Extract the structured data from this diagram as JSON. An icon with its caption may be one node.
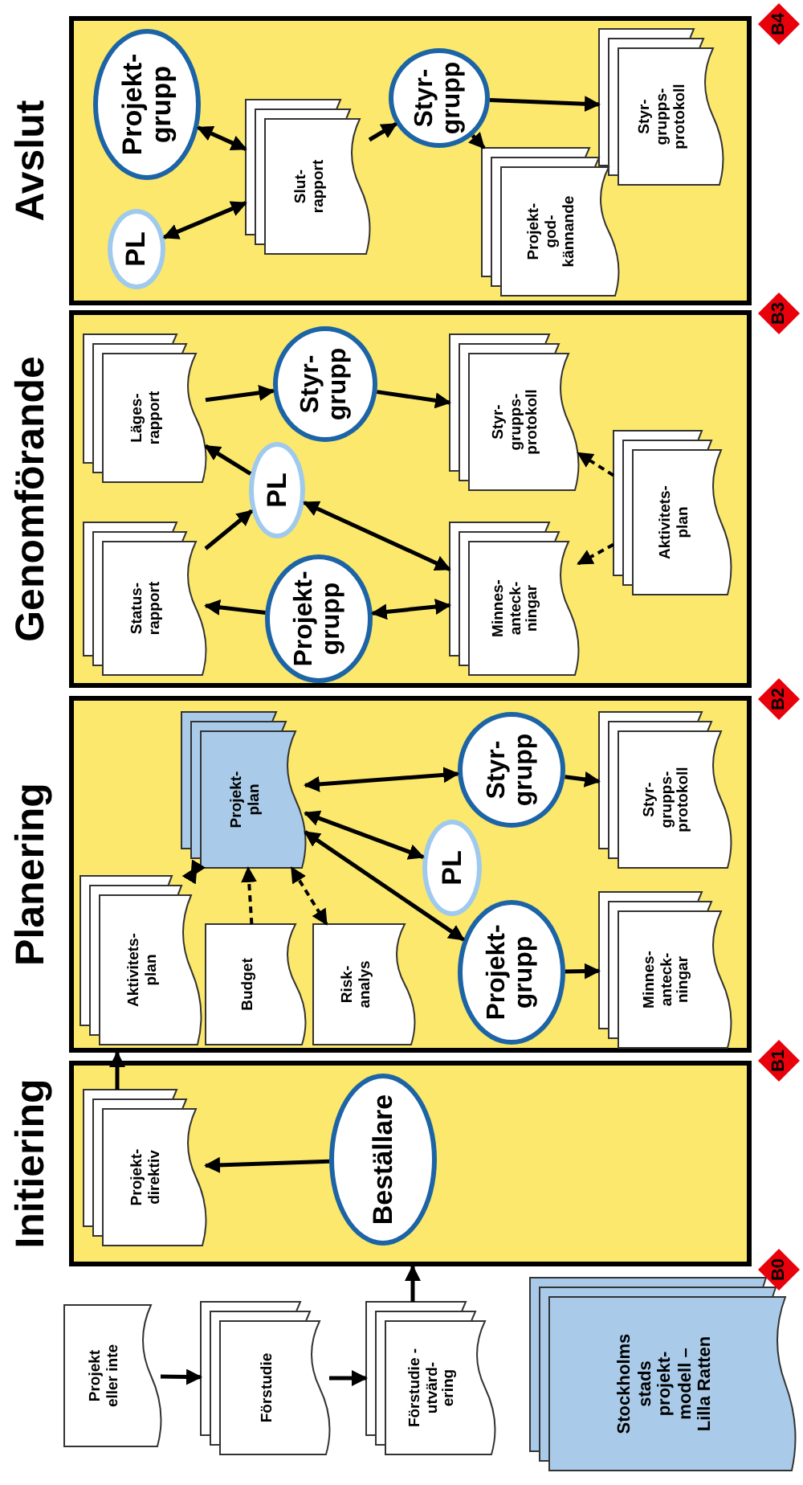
{
  "diagram": {
    "nodes": [
      {
        "text": [
          "Projekt eller inte"
        ]
      },
      {
        "text": [
          "Förstudie"
        ]
      },
      {
        "text": [
          "Förstudie -utvärd- ering"
        ]
      },
      {
        "text": [
          "Stockholms stads projekt- modell – Lilla Ratten"
        ]
      },
      {
        "text": [
          "Initiering"
        ]
      },
      {
        "text": [
          "Projekt- direktiv"
        ],
        "in": 4
      },
      {
        "text": [
          "Beställare"
        ],
        "in": 4
      },
      {
        "text": [
          "Planering"
        ]
      },
      {
        "text": [
          "Projekt- plan"
        ],
        "in": 7
      },
      {
        "text": [
          "Styr- grupp"
        ],
        "in": 7
      },
      {
        "text": [
          "Styr- grupps- protokoll"
        ],
        "in": 7
      },
      {
        "text": [
          "PL"
        ],
        "in": 7
      },
      {
        "text": [
          "Projekt- grupp"
        ],
        "in": 7
      },
      {
        "text": [
          "Minnes- anteck- ningar"
        ],
        "in": 7
      },
      {
        "text": [
          "Aktivitets- plan"
        ],
        "in": 7
      },
      {
        "text": [
          "Budget"
        ],
        "in": 7
      },
      {
        "text": [
          "Risk- analys"
        ],
        "in": 7
      },
      {
        "text": [
          "Genomförande"
        ]
      },
      {
        "text": [
          "Läges- rapport"
        ],
        "in": 17
      },
      {
        "text": [
          "Styr- grupp"
        ],
        "in": 17
      },
      {
        "text": [
          "Styr- grupps- protokoll"
        ],
        "in": 17
      },
      {
        "text": [
          "PL"
        ],
        "in": 17
      },
      {
        "text": [
          "Status- rapport"
        ],
        "in": 17
      },
      {
        "text": [
          "Projekt- grupp"
        ],
        "in": 17
      },
      {
        "text": [
          "Minnes- anteck- ningar"
        ],
        "in": 17
      },
      {
        "text": [
          "Aktivitets- plan"
        ],
        "in": 17
      },
      {
        "text": [
          "Avslut"
        ]
      },
      {
        "text": [
          "Projekt- grupp"
        ],
        "in": 26
      },
      {
        "text": [
          "PL"
        ],
        "in": 26
      },
      {
        "text": [
          "Slut- rapport"
        ],
        "in": 26
      },
      {
        "text": [
          "Styr- grupp"
        ],
        "in": 26
      },
      {
        "text": [
          "Styr- grupps- protokoll"
        ],
        "in": 26
      },
      {
        "text": [
          "Projekt- god- kännande"
        ],
        "in": 26
      },
      {
        "text": [
          "B0"
        ]
      },
      {
        "text": [
          "B1"
        ]
      },
      {
        "text": [
          "B2"
        ]
      },
      {
        "text": [
          "B3"
        ]
      },
      {
        "text": [
          "B4"
        ]
      }
    ],
    "edges": [
      {
        "from": 0,
        "to": 1,
        "arrow": "to"
      },
      {
        "from": 1,
        "to": 2,
        "arrow": "to"
      },
      {
        "from": 2,
        "to": 4,
        "arrow": "to"
      },
      {
        "from": 6,
        "to": 5,
        "arrow": "to"
      },
      {
        "from": 5,
        "to": 7,
        "arrow": "to"
      },
      {
        "from": 8,
        "to": 9,
        "arrow": "both"
      },
      {
        "from": 8,
        "to": 11,
        "arrow": "both"
      },
      {
        "from": 8,
        "to": 12,
        "arrow": "both"
      },
      {
        "from": 9,
        "to": 10,
        "arrow": "to"
      },
      {
        "from": 12,
        "to": 13,
        "arrow": "to"
      },
      {
        "from": 14,
        "to": 8,
        "arrow": "both",
        "style": "dashed"
      },
      {
        "from": 15,
        "to": 8,
        "arrow": "to",
        "style": "dashed"
      },
      {
        "from": 16,
        "to": 8,
        "arrow": "both",
        "style": "dashed"
      },
      {
        "from": 18,
        "to": 19,
        "arrow": "to"
      },
      {
        "from": 19,
        "to": 20,
        "arrow": "to"
      },
      {
        "from": 21,
        "to": 18,
        "arrow": "to"
      },
      {
        "from": 22,
        "to": 21,
        "arrow": "to"
      },
      {
        "from": 23,
        "to": 22,
        "arrow": "to"
      },
      {
        "from": 21,
        "to": 24,
        "arrow": "both"
      },
      {
        "from": 23,
        "to": 24,
        "arrow": "both"
      },
      {
        "from": 25,
        "to": 20,
        "arrow": "to",
        "style": "dashed"
      },
      {
        "from": 25,
        "to": 24,
        "arrow": "to",
        "style": "dashed"
      },
      {
        "from": 27,
        "to": 29,
        "arrow": "both"
      },
      {
        "from": 28,
        "to": 29,
        "arrow": "both"
      },
      {
        "from": 29,
        "to": 30,
        "arrow": "to"
      },
      {
        "from": 30,
        "to": 31,
        "arrow": "to"
      },
      {
        "from": 30,
        "to": 32,
        "arrow": "to"
      }
    ]
  }
}
